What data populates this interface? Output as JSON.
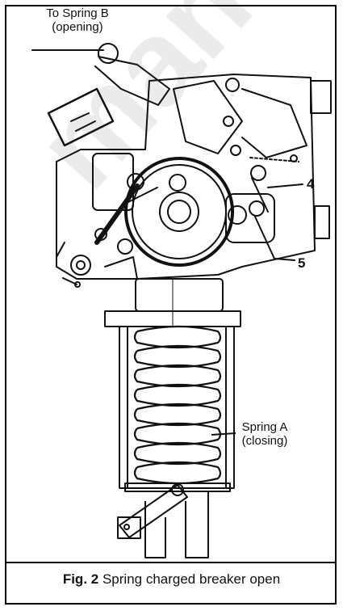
{
  "labels": {
    "spring_b_line1": "To Spring B",
    "spring_b_line2": "(opening)",
    "item_4": "4",
    "item_5": "5",
    "spring_a_line1": "Spring A",
    "spring_a_line2": "(closing)"
  },
  "caption": {
    "fig_label": "Fig. 2",
    "text": "Spring charged breaker open"
  },
  "watermark": "manuals"
}
